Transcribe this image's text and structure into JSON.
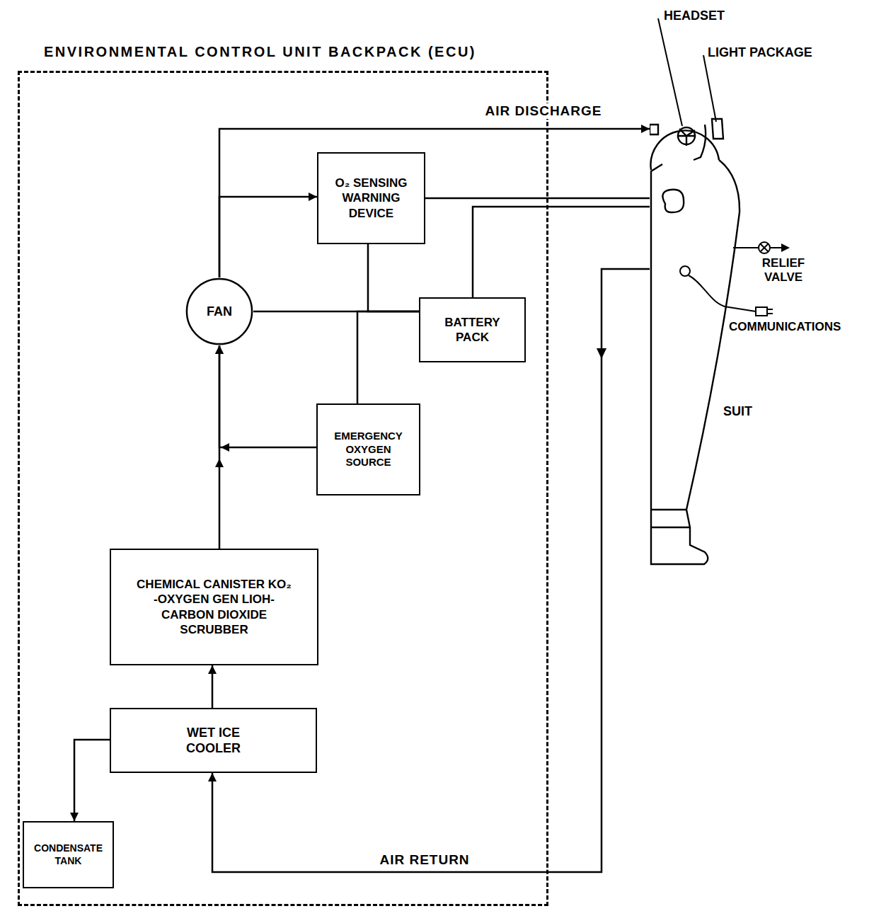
{
  "diagram": {
    "nodes": [
      {
        "text": [
          "ENVIRONMENTAL CONTROL UNIT BACKPACK (ECU)"
        ]
      },
      {
        "text": [
          "O₂ SENSING WARNING DEVICE"
        ],
        "in": 0
      },
      {
        "text": [
          "FAN"
        ],
        "in": 0
      },
      {
        "text": [
          "BATTERY PACK"
        ],
        "in": 0
      },
      {
        "text": [
          "EMERGENCY OXYGEN SOURCE"
        ],
        "in": 0
      },
      {
        "text": [
          "CHEMICAL CANISTER KO₂ -OXYGEN GEN LIOH-CARBON DIOXIDE SCRUBBER"
        ],
        "in": 0
      },
      {
        "text": [
          "WET ICE COOLER"
        ],
        "in": 0
      },
      {
        "text": [
          "CONDENSATE TANK"
        ],
        "in": 0
      },
      {
        "text": [
          "SUIT"
        ]
      }
    ],
    "edges": [
      {
        "from": 6,
        "to": 5,
        "arrow": "to"
      },
      {
        "from": 5,
        "to": 2,
        "arrow": "to"
      },
      {
        "from": 4,
        "to": 2,
        "arrow": "to"
      },
      {
        "from": 2,
        "to": 1,
        "arrow": "to"
      },
      {
        "from": 2,
        "to": 8,
        "label": "AIR DISCHARGE",
        "arrow": "to"
      },
      {
        "from": 1,
        "to": 8,
        "arrow": "none"
      },
      {
        "from": 3,
        "to": 8,
        "arrow": "none"
      },
      {
        "from": 3,
        "to": 2,
        "arrow": "none"
      },
      {
        "from": 3,
        "to": 1,
        "arrow": "none"
      },
      {
        "from": 3,
        "to": 4,
        "arrow": "none"
      },
      {
        "from": 8,
        "to": 6,
        "label": "AIR RETURN",
        "arrow": "to"
      },
      {
        "from": 6,
        "to": 7,
        "arrow": "to"
      }
    ],
    "labels": [
      "HEADSET",
      "LIGHT PACKAGE",
      "RELIEF VALVE",
      "COMMUNICATIONS"
    ]
  }
}
